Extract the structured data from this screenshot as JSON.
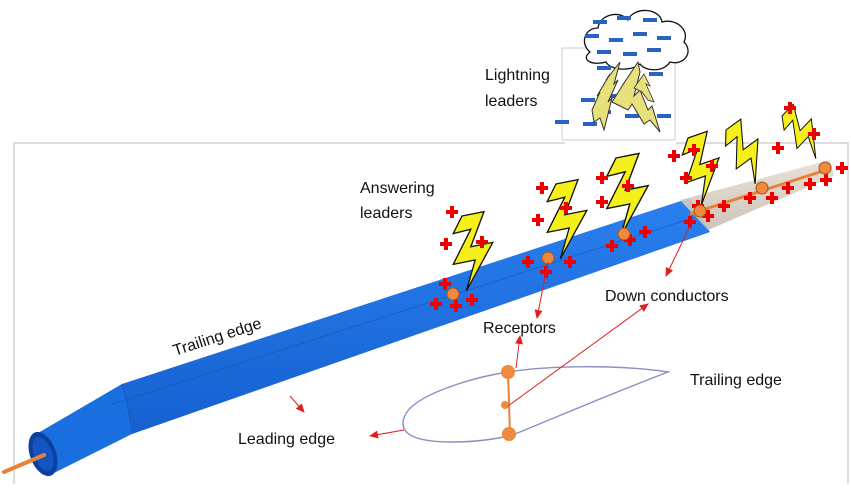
{
  "labels": {
    "lightning_leaders": [
      "Lightning",
      "leaders"
    ],
    "answering_leaders": [
      "Answering",
      "leaders"
    ],
    "trailing_edge_blade": "Trailing edge",
    "receptors": "Receptors",
    "down_conductors": "Down conductors",
    "trailing_edge_airfoil": "Trailing edge",
    "leading_edge": "Leading edge"
  },
  "symbols": {
    "negative_charge": "−",
    "positive_charge": "+"
  },
  "colors": {
    "blade": "#1a6fe0",
    "blade_dark": "#0f4fb8",
    "tip_section": "#d8cfc4",
    "conductor": "#e8823a",
    "receptor": "#ef8a3d",
    "positive_charge": "#ee0000",
    "negative_charge": "#2a62c4",
    "bolt_fill": "#f5ef1a",
    "leader_fill": "#e8e07a",
    "arrow": "#e02020",
    "airfoil": "#8a8fc4",
    "frame": "#bbbbbb"
  },
  "icons": {
    "cloud": "storm-cloud-icon",
    "bolt": "lightning-bolt-icon",
    "receptor": "receptor-dot-icon"
  }
}
